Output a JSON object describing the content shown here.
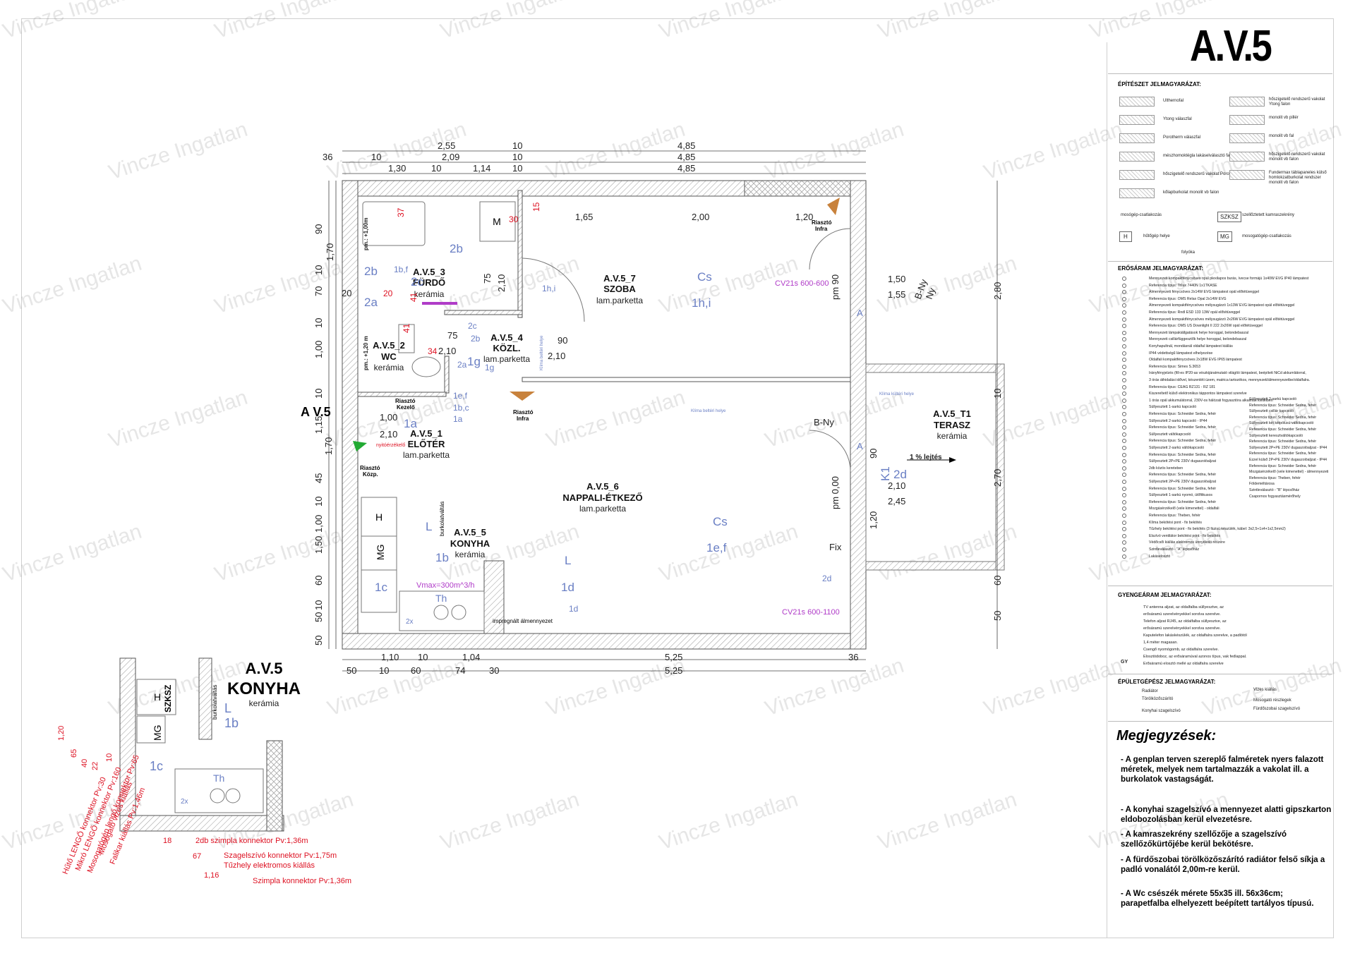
{
  "sheet_title": "A.V.5",
  "watermark": "Vincze Ingatlan",
  "plan_label": "A V.5",
  "colors": {
    "wall": "#555555",
    "hatch": "#9a9a9a",
    "blue": "#6a7fc4",
    "red": "#dd1122",
    "magenta": "#b03cc8",
    "green": "#22aa33",
    "orange": "#c8823c"
  },
  "rooms": [
    {
      "code": "A.V.5_3",
      "name": "FÜRDŐ",
      "floor": "kerámia"
    },
    {
      "code": "A.V.5_7",
      "name": "SZOBA",
      "floor": "lam.parketta"
    },
    {
      "code": "A.V.5_4",
      "name": "KÖZL.",
      "floor": "lam.parketta"
    },
    {
      "code": "A.V.5_2",
      "name": "WC",
      "floor": "kerámia"
    },
    {
      "code": "A.V.5_1",
      "name": "ELŐTÉR",
      "floor": "lam.parketta"
    },
    {
      "code": "A.V.5_6",
      "name": "NAPPALI-ÉTKEZŐ",
      "floor": "lam.parketta"
    },
    {
      "code": "A.V.5_5",
      "name": "KONYHA",
      "floor": "kerámia"
    },
    {
      "code": "A.V.5_T1",
      "name": "TERASZ",
      "floor": "kerámia"
    }
  ],
  "dims_top": {
    "row1": [
      "2,55",
      "10",
      "4,85"
    ],
    "row2": [
      "36",
      "10",
      "2,09",
      "10",
      "4,85"
    ],
    "row3": [
      "1,30",
      "10",
      "1,14",
      "10",
      "4,85"
    ]
  },
  "dims_bottom": {
    "row1": [
      "1,10",
      "10",
      "1,04",
      "5,25",
      "36"
    ],
    "row2": [
      "50",
      "10",
      "60",
      "74",
      "30",
      "5,25"
    ]
  },
  "dims_left": [
    "90",
    "1,70",
    "10",
    "70",
    "10",
    "1,00",
    "10",
    "1,15",
    "1,70",
    "45",
    "10",
    "1,00",
    "1,50",
    "60",
    "10",
    "50",
    "50"
  ],
  "dims_right": [
    "2,80",
    "10",
    "2,70",
    "60",
    "50"
  ],
  "dims_inner": {
    "room7_w": [
      "1,65",
      "2,00",
      "1,20"
    ],
    "window_a": "1,50",
    "window_b": "1,55",
    "pm90": "pm 90",
    "pm00": "pm 0,00",
    "bny1": "B-Ny",
    "ny": "Ny",
    "bny2": "B-Ny",
    "bath_h": "2,10",
    "bath_75": "75",
    "corr_75": "75",
    "corr_210": "2,10",
    "corr_90": "90",
    "corr_210b": "2,10",
    "hall_100": "1,00",
    "hall_210": "2,10",
    "ter_90": "90",
    "ter_210": "2,10",
    "ter_245": "2,45",
    "ter_120": "1,20",
    "fix": "Fix",
    "slope": "1 % lejtés",
    "pm_100m": "pm.: +1,00m",
    "pm_120m": "pm.: +1,20 m",
    "bath_w": "20"
  },
  "marks_blue": [
    "2b",
    "2b",
    "2c",
    "2a",
    "1h,i",
    "Cs",
    "1h,i",
    "2c",
    "2b",
    "2a",
    "1g",
    "1g",
    "1e,f",
    "1b,c",
    "1a",
    "1a",
    "K1",
    "2d",
    "Cs",
    "1e,f",
    "L",
    "1b",
    "1c",
    "L",
    "1d",
    "1d",
    "2d",
    "Th",
    "2x",
    "1b,f"
  ],
  "marks_red": [
    "37",
    "30",
    "15",
    "41",
    "20",
    "41",
    "34"
  ],
  "cv_labels": [
    "CV21s 600-600",
    "CV21s 600-1100"
  ],
  "fixture_labels": {
    "m": "M",
    "h": "H",
    "mg": "MG",
    "a1": "A",
    "a2": "A",
    "vmax": "Vmax=300m^3/h",
    "impreg": "impregnált álmennyezet",
    "burk": "burkolatváltás",
    "nyito": "nyitóérzékelő"
  },
  "alarm_labels": [
    {
      "l1": "Riasztó",
      "l2": "Infra"
    },
    {
      "l1": "Riasztó",
      "l2": "Infra"
    },
    {
      "l1": "Riasztó",
      "l2": "Kezelő"
    },
    {
      "l1": "Riasztó",
      "l2": "Közp."
    }
  ],
  "clima_labels": [
    "Klíma beltéri helye",
    "Klíma beltéri helye",
    "Klíma kültéri helye"
  ],
  "kitchen_detail": {
    "title1": "A.V.5",
    "title2": "KONYHA",
    "floor": "kerámia",
    "szksz": "SZKSZ",
    "h": "H",
    "mg": "MG",
    "L": "L",
    "b": "1b",
    "c": "1c",
    "th": "Th",
    "x": "2x",
    "burk": "burkolatváltás",
    "vert_dims": [
      "1,20",
      "65",
      "40",
      "22",
      "10"
    ],
    "vert_labels": [
      "Hűtő LENGŐ konnektor Pv:30",
      "Mikró LENGŐ konnektor Pv:160",
      "Mosogatógép lengő konnektor Pv:65",
      "Mosogató vizes kiállás",
      "Falikar kiállás Pv:1,46m"
    ],
    "bottom_dims": [
      "18",
      "67",
      "1,16"
    ],
    "bottom_labels": [
      "2db szimpla konnektor Pv:1,36m",
      "Szagelszívó konnektor Pv:1,75m",
      "Tűzhely elektromos kiállás",
      "Szimpla konnektor Pv:1,36m"
    ]
  },
  "legend": {
    "arch_title": "ÉPÍTÉSZET JELMAGYARÁZAT:",
    "arch_items": [
      "Ulthernofal",
      "Ytong válaszfal",
      "Porotherm válaszfal",
      "mészhomoktégla lakáselválasztó fal",
      "hőszigetelő rendszerű vakolat Porotherm falon",
      "kőlapburkolat monolit vb falon",
      "hőszigetelő rendszerű vakolat Ytong falon",
      "monolit vb pillér",
      "monolit vb fal",
      "hőszigetelő rendszerű vakolat monolit vb falon",
      "Fundermax táblapaneles külső homlokzatburkolat rendszer monolit vb falon"
    ],
    "arch_sym": [
      "mosógép-csatlakozás",
      "szellőztetett kamraszekrény",
      "hűtőgép helye",
      "mosogatógép-csatlakozás",
      "folyóka"
    ],
    "arch_codes": [
      "SZKSZ",
      "H",
      "MG"
    ],
    "strong_title": "ERŐSÁRAM JELMAGYARÁZAT:",
    "strong_items": [
      "Mennyezeti kompaktfénycsöves opál plexilapos burás, ívecse formájú 1x40W EVG IP40 lámpatest",
      "Referencia típus: Trilux 7440N 1x1TKASE",
      "Álmennyezeti fénycsöves 2x14W EVG lámpatest opál előtétüveggel",
      "Referencia típus: OMS Relax Opal 2x14W EVG",
      "Álmennyezeti kompaktfénycsöves mélysugárzó 1x13W EVG lámpatest opál előtétüveggel",
      "Referencia típus: Rndl ESD 133 13W opál előtétüveggel",
      "Álmennyezeti kompaktfénycsöves mélysugárzó 2x26W EVG lámpatest opál előtétüveggel",
      "Referencia típus: OMS US Downlight II 222 2x26W opál előtétüveggel",
      "Mennyezeti lámpakiállgatások helye horoggal, belondebaszal",
      "Mennyezeti csillárfüggesztők helye horoggal, belondebaszal",
      "Konyhapultnál, mondásnál oldalfal lámpatest kiállás",
      "IP44 védettségű lámpatest elhelyezése",
      "Oldalfali kompaktfénycsöves 2x18W EVG IP65 lámpatest",
      "Referencia típus: Simes S.3653",
      "Irányfényjelzés (fill-es IP20-as vészkijáratmutató világító lámpatest, beépített NiCd akkumlátorral,",
      "3 órás áthidalási idővel, készenléti üzem, matrica tartozékos, mennyezeti/álmennyezetbe/oldalfalra.",
      "Referencia típus: CEAG RZ131 - RZ 181",
      "Kiszereltető külső elektronikus táppontos lámpatest szerelve",
      "1 órás opál akkumulátorral, 230V-os hálózati fogyasztóra alkalmas kivitelben",
      "Süllyesztett 1-sarkú kapcsoló",
      "Referencia típus: Schneider Sedna, fehér",
      "Süllyesztett 2-sarkú kapcsoló - IP44",
      "Referencia típus: Schneider Sedna, fehér",
      "Süllyesztett váltókapcsoló",
      "Referencia típus: Schneider Sedna, fehér",
      "Süllyesztett 2-sarkú váltókapcsoló",
      "Referencia típus: Schneider Sedna, fehér",
      "Süllyesztett 2P+PE 230V dugaszolóaljzat",
      "2db közös kereteben",
      "Referencia típus: Schneider Sedna, fehér",
      "Süllyesztett 2P+PE 230V dugaszolóaljzat",
      "Referencia típus: Schneider Sedna, fehér",
      "Süllyesztett 1-sarkú nyomó, ütőfitkusos",
      "Referencia típus: Schneider Sedna, fehér",
      "Mozgásérzékelő (vele kimenettel) - oldalfali",
      "Referencia típus: Theben, fehér",
      "Klíma bekötési pont - fix bekötés",
      "Tűzhely bekötési pont - fix bekötés (3 fázisú készülék, kábel: 3x2,5+1x4+1x2,5mm2)",
      "Elszívó ventilátor bekötési pont - fix bekötés",
      "Védőcsői kiállás elektromos ünnyékoló részére",
      "Szintleválasztó - \"A\" lépcsőház",
      "Lakáselosztó"
    ],
    "strong_items_right": [
      "Süllyesztett 2-sarkú kapcsoló",
      "Referencia típus: Schneider Sedna, fehér",
      "Süllyesztett csillár kapcsoló",
      "Referencia típus: Schneider Sedna, fehér",
      "Süllyesztett két kétpólusú váltókapcsoló",
      "Referencia típus: Schneider Sedna, fehér",
      "Süllyesztett keresztváltókapcsoló",
      "Referencia típus: Schneider Sedna, fehér",
      "Süllyesztett 2P+PE 230V dugaszolóaljzat - IP44",
      "Referencia típus: Schneider Sedna, fehér",
      "Ezzel külső 2P+PE 230V dugaszolóaljzat - IP44",
      "Referencia típus: Schneider Sedna, fehér",
      "Mozgásérzékelő (vele kimenettel) - álmennyezeti",
      "Referencia típus: Theben, fehér",
      "Földeméltárosa",
      "Szintleválasztó - \"B\" lépcsőház",
      "Csapornos fogyasztásmérőhely"
    ],
    "weak_title": "GYENGEÁRAM JELMAGYARÁZAT:",
    "weak_items": [
      "TV antenna aljzat, az oldalfalba süllyesztve, az",
      "erősáramú szerelvényekkel sorolva szerelve.",
      "Telefon aljzat RJ45, az oldalfalba süllyesztve, az",
      "erősáramú szerelvényekkel sorolva szerelve.",
      "Kaputelefon lakáskészülék, az oldalfalra szerelve, a padlótól",
      "1,4 méter magasan.",
      "Csengő nyomógomb, az oldalfalra szerelve.",
      "Elosztódoboz, az erősáramúval azonos típus, vak fedlappal.",
      "Erősáramú elosztó mellé az oldalfalra szerelve"
    ],
    "weak_codes": [
      "GY"
    ],
    "mech_title": "ÉPÜLETGÉPÉSZ JELMAGYARÁZAT:",
    "mech_items": [
      "Radiátor",
      "Törölközőszárító",
      "Konyhai szagelszívó",
      "Vizes kiállás",
      "Mosogató részlegek",
      "Fürdőszobai szagelszívó"
    ]
  },
  "notes": {
    "title": "Megjegyzések:",
    "items": [
      "- A genplan terven szereplő falméretek nyers falazott méretek, melyek nem tartalmazzák a vakolat ill. a burkolatok vastagságát.",
      "- A konyhai szagelszívó a mennyezet alatti gipszkarton eldobozolásban kerül elvezetésre.",
      "- A kamraszekrény szellőzője a szagelszívó szellőzőkürtőjébe kerül bekötésre.",
      "- A fürdőszobai törölközőszárító radiátor felső síkja a padló vonalától 2,00m-re kerül.",
      "- A Wc csészék mérete 55x35 ill. 56x36cm; parapetfalba elhelyezett beépített tartályos típusú."
    ]
  }
}
